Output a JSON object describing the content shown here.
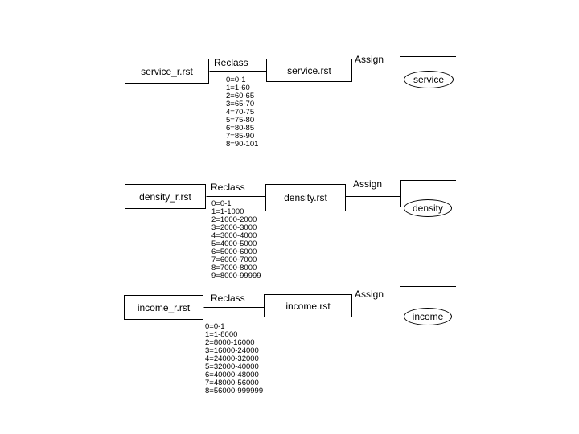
{
  "rows": [
    {
      "input": "service_r.rst",
      "op": "Reclass",
      "output": "service.rst",
      "assign": "Assign",
      "attribute": "service",
      "rules": [
        "0=0-1",
        "1=1-60",
        "2=60-65",
        "3=65-70",
        "4=70-75",
        "5=75-80",
        "6=80-85",
        "7=85-90",
        "8=90-101"
      ]
    },
    {
      "input": "density_r.rst",
      "op": "Reclass",
      "output": "density.rst",
      "assign": "Assign",
      "attribute": "density",
      "rules": [
        "0=0-1",
        "1=1-1000",
        "2=1000-2000",
        "3=2000-3000",
        "4=3000-4000",
        "5=4000-5000",
        "6=5000-6000",
        "7=6000-7000",
        "8=7000-8000",
        "9=8000-99999"
      ]
    },
    {
      "input": "income_r.rst",
      "op": "Reclass",
      "output": "income.rst",
      "assign": "Assign",
      "attribute": "income",
      "rules": [
        "0=0-1",
        "1=1-8000",
        "2=8000-16000",
        "3=16000-24000",
        "4=24000-32000",
        "5=32000-40000",
        "6=40000-48000",
        "7=48000-56000",
        "8=56000-999999"
      ]
    }
  ]
}
